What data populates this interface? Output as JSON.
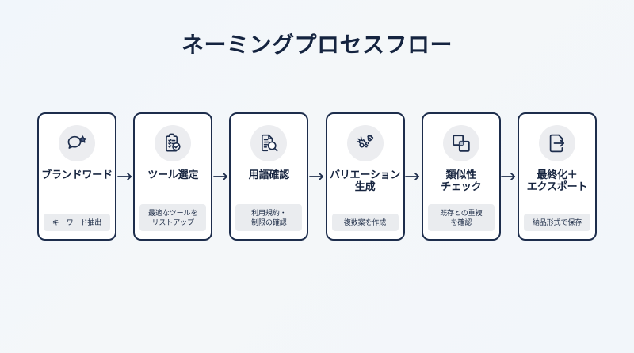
{
  "header": {
    "title": "ネーミングプロセスフロー"
  },
  "colors": {
    "background": "#f2f6fa",
    "card_border": "#1d2d4c",
    "card_background": "#ffffff",
    "text": "#16243f",
    "icon_circle": "#ecedf0",
    "badge_background": "#eaecef",
    "arrow": "#1d2d4c",
    "accent": "#2f4a7a"
  },
  "flow": {
    "arrow_glyph": "arrow-right-icon",
    "steps": [
      {
        "index": 1,
        "icon": "chat-bubble-star-icon",
        "title": "ブランドワード",
        "badge": "キーワード抽出"
      },
      {
        "index": 2,
        "icon": "clipboard-check-icon",
        "title": "ツール選定",
        "badge": "最適なツールを\nリストアップ"
      },
      {
        "index": 3,
        "icon": "document-search-icon",
        "title": "用語確認",
        "badge": "利用規約・\n制限の確認"
      },
      {
        "index": 4,
        "icon": "gears-sparkle-icon",
        "title": "バリエーション\n生成",
        "badge": "複数案を作成"
      },
      {
        "index": 5,
        "icon": "overlapping-squares-icon",
        "title": "類似性\nチェック",
        "badge": "既存との重複\nを確認"
      },
      {
        "index": 6,
        "icon": "file-export-icon",
        "title": "最終化＋\nエクスポート",
        "badge": "納品形式で保存"
      }
    ]
  }
}
